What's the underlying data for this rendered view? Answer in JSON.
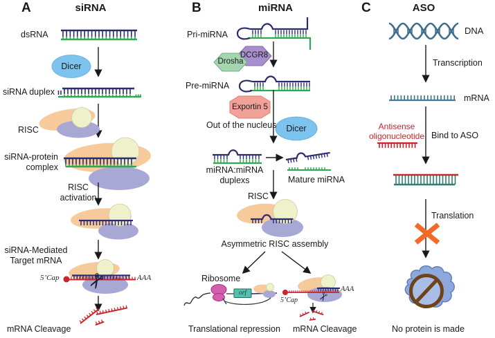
{
  "figure": "RNA-based therapeutic mechanisms diagram",
  "panels": {
    "a": {
      "letter": "A",
      "title": "siRNA",
      "labels": {
        "dsrna": "dsRNA",
        "dicer": "Dicer",
        "duplex": "siRNA duplex",
        "risc": "RISC",
        "complex": "siRNA-protein\ncomplex",
        "activation": "RISC\nactivation",
        "target": "siRNA-Mediated\nTarget mRNA",
        "cap": "5’Cap",
        "aaa": "AAA",
        "cleavage": "mRNA Cleavage"
      }
    },
    "b": {
      "letter": "B",
      "title": "miRNA",
      "labels": {
        "pri": "Pri-miRNA",
        "dcgr8": "DCGR8",
        "drosha": "Drosha",
        "pre": "Pre-miRNA",
        "exportin": "Exportin 5",
        "nucleus": "Out of the nucleus",
        "dicer": "Dicer",
        "duplex": "miRNA:miRNA\nduplexs",
        "mature": "Mature miRNA",
        "risc": "RISC",
        "assembly": "Asymmetric RISC assembly",
        "ribosome": "Ribosome",
        "orf": "orf",
        "repression": "Translational repression",
        "cap": "5’Cap",
        "aaa": "AAA",
        "cleavage": "mRNA Cleavage"
      }
    },
    "c": {
      "letter": "C",
      "title": "ASO",
      "labels": {
        "dna": "DNA",
        "transcription": "Transcription",
        "mrna": "mRNA",
        "aso": "Antisense\noligonucleotide",
        "bind": "Bind to ASO",
        "translation": "Translation",
        "noprotein": "No protein is made"
      }
    }
  },
  "icons": {
    "scissors": "✂"
  },
  "colors": {
    "strand_navy": "#2B2B6E",
    "strand_green": "#2EA750",
    "mrna_red": "#C9252B",
    "dicer_blue": "#7CC4EE",
    "risc_orange": "#F7CA9C",
    "risc_cream": "#EFF1CB",
    "risc_purple": "#A8A8D4",
    "drosha_green": "#A5D6B0",
    "dcgr8_purple": "#A78FCB",
    "exportin_salmon": "#F2A198",
    "ribosome_magenta": "#D45FAE",
    "orf_teal": "#56BFAD",
    "dna_steel": "#3E6E8E",
    "x_orange": "#F26A26",
    "blob_blue": "#8FA8DC",
    "no_symbol_brown": "#6E4319"
  }
}
